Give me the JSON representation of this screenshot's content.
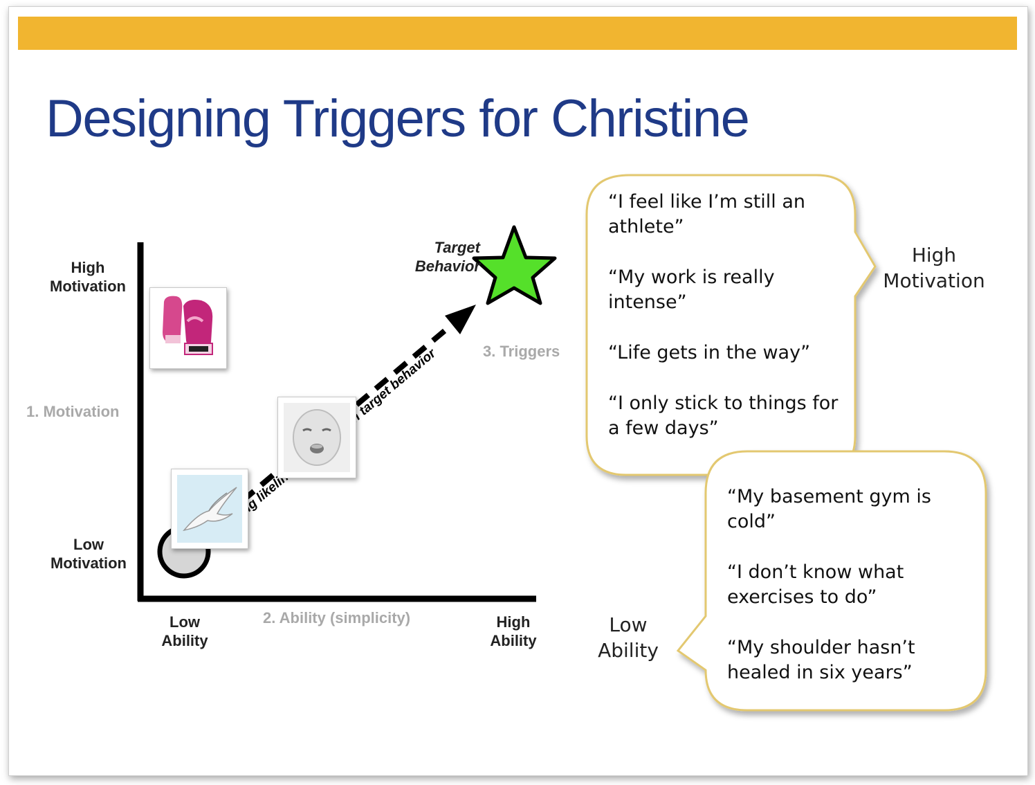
{
  "slide": {
    "title": "Designing Triggers for Christine",
    "accent_color": "#f1b530",
    "title_color": "#1f3a87"
  },
  "diagram": {
    "y_high_label": "High\nMotivation",
    "y_low_label": "Low\nMotivation",
    "y_axis_label": "1. Motivation",
    "x_low_label": "Low\nAbility",
    "x_high_label": "High\nAbility",
    "x_axis_label": "2. Ability (simplicity)",
    "target_label": "Target\nBehavior",
    "triggers_label": "3. Triggers",
    "arrow_label": "increasing likelihood to perform target behavior",
    "star_color": "#55e02a",
    "icons": [
      "boxing-gloves-image",
      "baby-face-image",
      "seagull-image",
      "star-icon"
    ]
  },
  "motivation_bubble": {
    "quotes": [
      "“I feel like I’m still an athlete”",
      "“My work is really intense”",
      "“Life gets in the way”",
      "“I only stick to things for a few days”"
    ],
    "side_label": "High\nMotivation"
  },
  "ability_bubble": {
    "quotes": [
      "“My basement gym is cold”",
      "“I don’t know what exercises to do”",
      "“My shoulder hasn’t healed in six years”"
    ],
    "side_label": "Low\nAbility"
  }
}
